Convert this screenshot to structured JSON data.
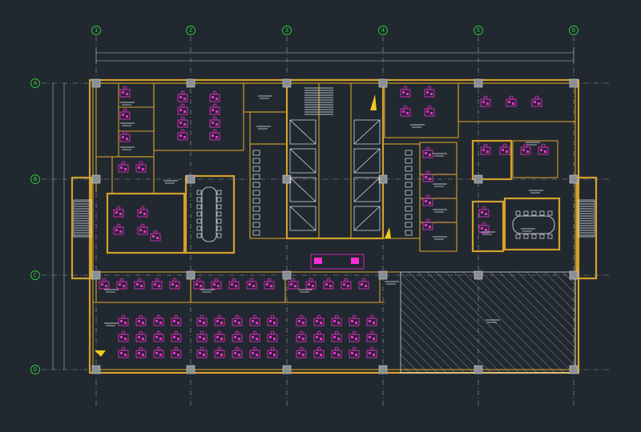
{
  "plan": {
    "grid_columns": [
      "1",
      "2",
      "3",
      "4",
      "5",
      "6"
    ],
    "grid_rows": [
      "A",
      "B",
      "C",
      "D"
    ],
    "colors": {
      "background": "#212830",
      "walls": "#d4a12a",
      "furniture": "#ff2bd6",
      "grid_bubbles": "#2fcf3a",
      "fixtures": "#e9ecef",
      "highlight": "#f2c91c"
    }
  }
}
